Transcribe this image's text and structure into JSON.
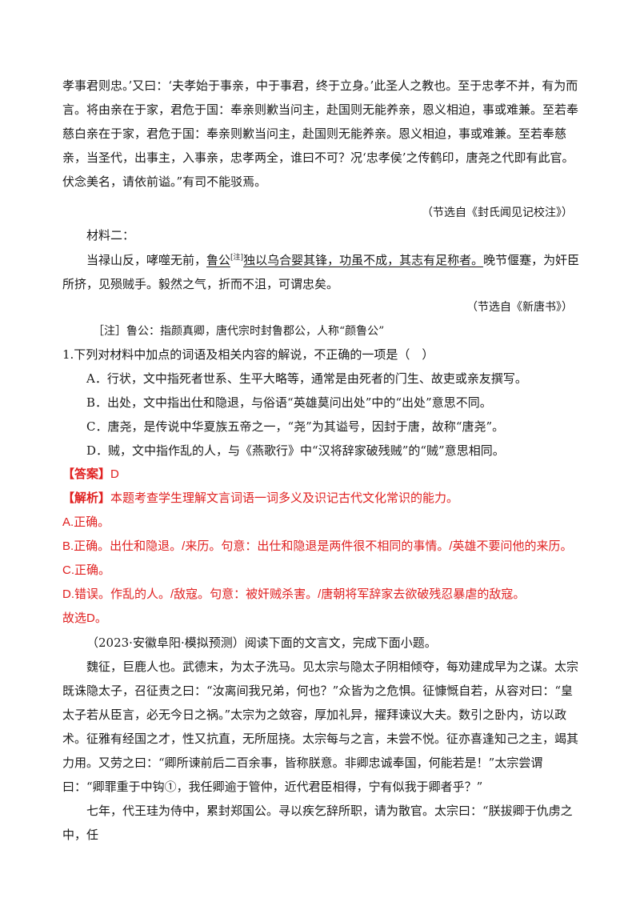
{
  "passage1": {
    "para": "孝事君则忠。’又曰：‘夫孝始于事亲，中于事君，终于立身。’此圣人之教也。至于忠孝不并，有为而言。将由亲在于家，君危于国：奉亲则歉当问主，赴国则无能养亲，恩义相迫，事或难兼。至若奉慈白亲在于家，君危于国：奉亲则歉当问主，赴国则无能养亲。恩义相迫，事或难兼。至若奉慈亲，当圣代，出事主，入事亲，忠孝两全，谁曰不可？况‘忠孝侯’之传鹤印，唐尧之代即有此官。伏念美名，请依前谥。”有司不能驳焉。",
    "source": "（节选自《封氏闻见记校注》）"
  },
  "material2": {
    "heading": "材料二：",
    "pre": "当禄山反，哮噬无前，",
    "underlined": "鲁公",
    "note_mark": "[注]",
    "underlined2": "独以乌合婴其锋，功虽不成，其志有足称者。",
    "post": "晚节偃蹇，为奸臣所挤，见殒贼手。毅然之气，折而不沮，可谓忠矣。",
    "source": "（节选自《新唐书》）",
    "note": "［注］鲁公：指颜真卿，唐代宗时封鲁郡公，人称“颜鲁公”"
  },
  "question": {
    "stem": "1.下列对材料中加点的词语及相关内容的解说，不正确的一项是（　）",
    "options": [
      "A．行状，文中指死者世系、生平大略等，通常是由死者的门生、故吏或亲友撰写。",
      "B．出处，文中指出仕和隐退，与俗语“英雄莫问出处”中的“出处”意思不同。",
      "C．唐尧，是传说中华夏族五帝之一，“尧”为其谥号，因封于唐，故称“唐尧”。",
      "D．贼，文中指作乱的人，与《燕歌行》中“汉将辞家破残贼”的“贼”意思相同。"
    ]
  },
  "answer": {
    "tag": "【答案】",
    "value": "D",
    "analysis_tag": "【解析】",
    "analysis": "本题考查学生理解文言词语一词多义及识记古代文化常识的能力。",
    "lines": [
      "A.正确。",
      "B.正确。出仕和隐退。/来历。句意：出仕和隐退是两件很不相同的事情。/英雄不要问他的来历。",
      "C.正确。",
      "D.错误。作乱的人。/敌寇。句意：被奸贼杀害。/唐朝将军辞家去欲破残忍暴虐的敌寇。",
      "故选D。"
    ]
  },
  "passage2": {
    "intro": "（2023·安徽阜阳·模拟预测）阅读下面的文言文，完成下面小题。",
    "p1": "魏征，巨鹿人也。武德末，为太子洗马。见太宗与隐太子阴相倾夺，每劝建成早为之谋。太宗既诛隐太子，召征责之曰：“汝离间我兄弟，何也？”众皆为之危惧。征慷慨自若，从容对曰：“皇太子若从臣言，必无今日之祸。”太宗为之敛容，厚加礼异，擢拜谏议大夫。数引之卧内，访以政术。",
    "p2": "征雅有经国之才，性又抗直，无所屈挠。太宗每与之言，未尝不悦。征亦喜逢知己之主，竭其力用。又劳之曰：“卿所谏前后二百余事，皆称朕意。非卿忠诚奉国，何能若是！”太宗尝谓曰：“卿罪重于中钩①，我任卿逾于管仲，近代君臣相得，宁有似我于卿者乎？”",
    "p3": "七年，代王珪为侍中，累封郑国公。寻以疾乞辞所职，请为散官。太宗曰：“朕拔卿于仇虏之中，任"
  }
}
